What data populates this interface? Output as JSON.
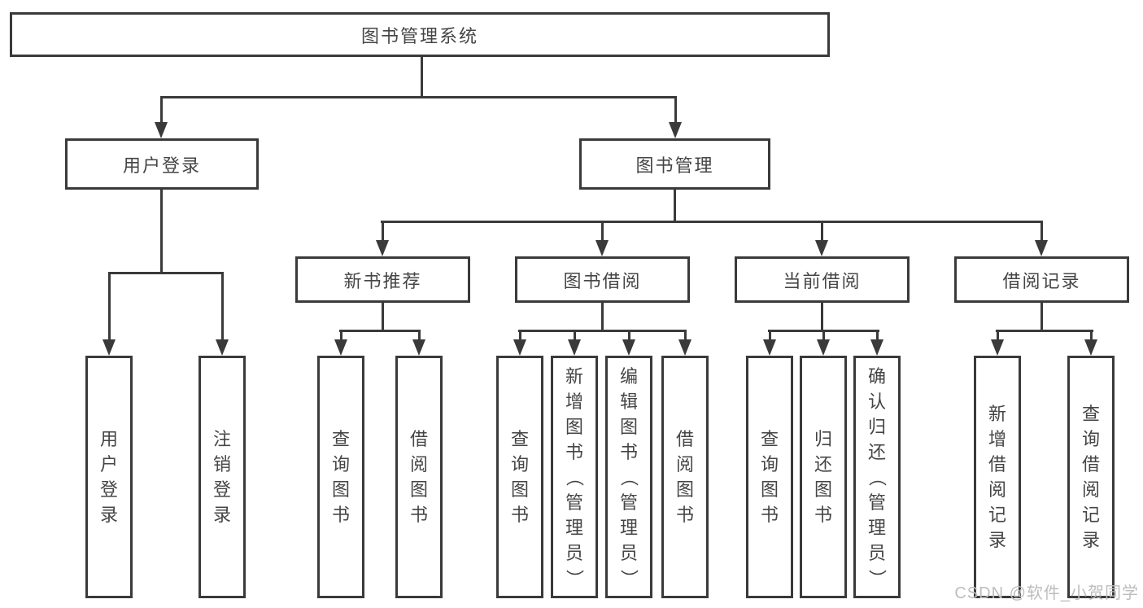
{
  "nodes": {
    "root": "图书管理系统",
    "user_login": "用户登录",
    "book_management": "图书管理",
    "new_book_recommendation": "新书推荐",
    "book_borrowing": "图书借阅",
    "current_borrowing": "当前借阅",
    "borrowing_records": "借阅记录"
  },
  "leaves": {
    "user_login": [
      "用户登录",
      "注销登录"
    ],
    "new_book_recommendation": [
      "查询图书",
      "借阅图书"
    ],
    "book_borrowing": [
      "查询图书",
      "新增图书（管理员）",
      "编辑图书（管理员）",
      "借阅图书"
    ],
    "current_borrowing": [
      "查询图书",
      "归还图书",
      "确认归还（管理员）"
    ],
    "borrowing_records": [
      "新增借阅记录",
      "查询借阅记录"
    ]
  },
  "watermark": "CSDN @软件_小贺同学",
  "colors": {
    "line": "#3a3a3a",
    "text": "#454545",
    "watermark": "#bdbdbd"
  }
}
